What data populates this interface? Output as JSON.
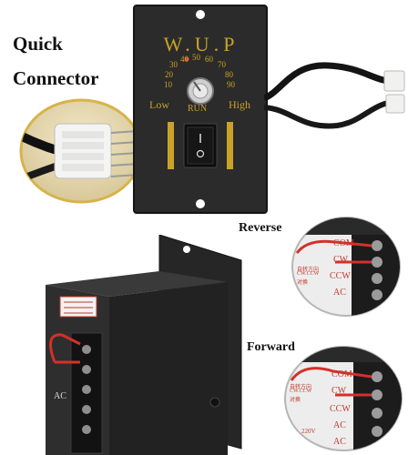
{
  "caption": {
    "line1": "Quick",
    "line2": "Connector"
  },
  "controller": {
    "brand": "W.U.P",
    "dial_numbers": [
      "10",
      "20",
      "30",
      "40",
      "50",
      "60",
      "70",
      "80",
      "90"
    ],
    "low_label": "Low",
    "run_label": "RUN",
    "high_label": "High"
  },
  "callouts": {
    "reverse": "Reverse",
    "forward": "Forward"
  },
  "terminal": {
    "com": "COM",
    "cw": "CW",
    "ccw": "CCW",
    "ac": "AC",
    "voltage": "220V",
    "note_line1": "自转方向",
    "note_line2": "CW.CCW",
    "note_line3": "对换"
  },
  "colors": {
    "panel": "#2b2b2b",
    "brand_gold": "#c9a227",
    "wire_red": "#d2312a",
    "terminal_text": "#c0392b"
  }
}
